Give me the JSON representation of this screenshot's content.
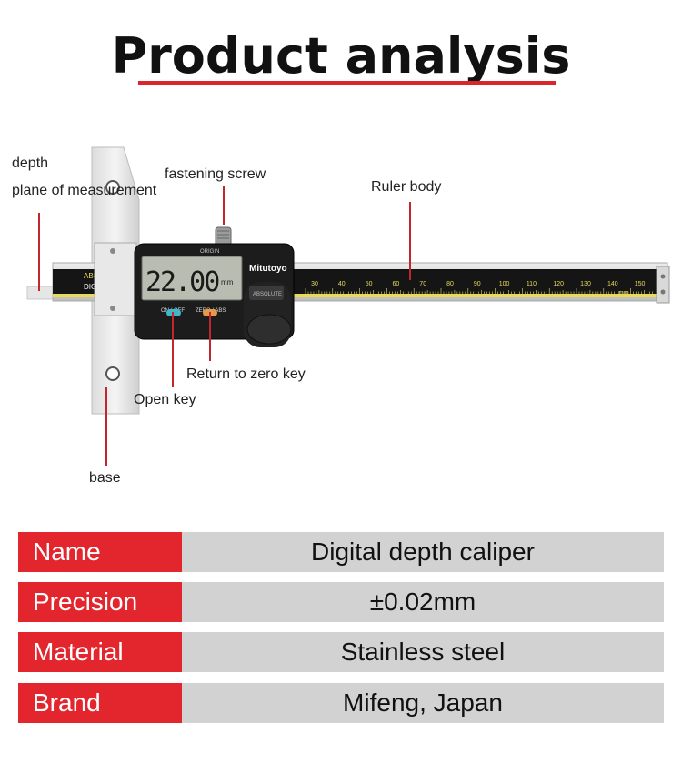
{
  "title": "Product analysis",
  "annotations": {
    "depth_line1": "depth",
    "depth_line2": "plane of measurement",
    "fastening_screw": "fastening screw",
    "ruler_body": "Ruler body",
    "return_zero": "Return to zero key",
    "open_key": "Open key",
    "base": "base"
  },
  "device": {
    "display_value": "22.00",
    "display_unit": "mm",
    "brand_mark": "Mitutoyo",
    "origin_label": "ORIGIN",
    "on_off_label": "ON / OFF",
    "zero_abs_label": "ZERO / ABS",
    "absolute_label": "ABSOLUTE",
    "beam_left_text": "ABS",
    "beam_left_text2": "DIG",
    "scale_unit": "mm",
    "scale_ticks": [
      "30",
      "40",
      "50",
      "60",
      "70",
      "80",
      "90",
      "100",
      "110",
      "120",
      "130",
      "140",
      "150"
    ]
  },
  "specs": [
    {
      "label": "Name",
      "value": "Digital depth caliper"
    },
    {
      "label": "Precision",
      "value": "±0.02mm"
    },
    {
      "label": "Material",
      "value": "Stainless steel"
    },
    {
      "label": "Brand",
      "value": "Mifeng, Japan"
    }
  ],
  "colors": {
    "accent": "#e3262e",
    "value_bg": "#d2d2d2",
    "scale_yellow": "#e8d95a",
    "button_blue": "#3fb8c9",
    "button_orange": "#e59a4a"
  }
}
